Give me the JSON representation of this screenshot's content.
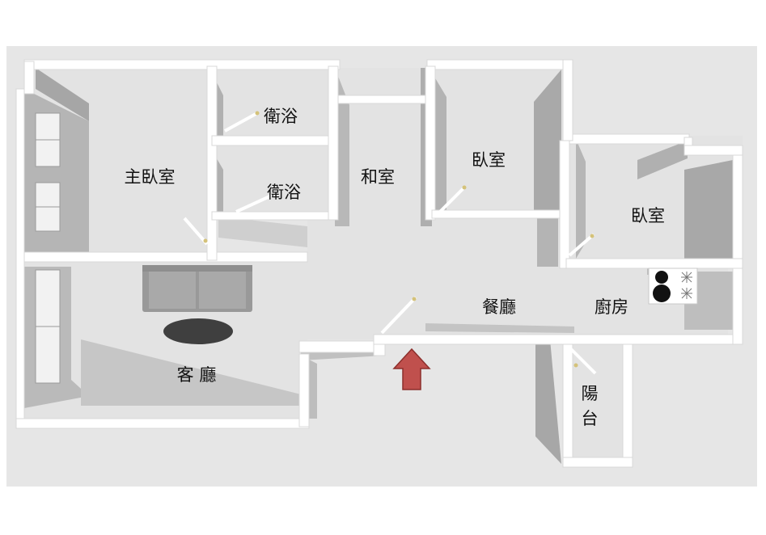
{
  "rooms": {
    "master_bedroom": "主臥室",
    "bathroom_top": "衛浴",
    "bathroom_bottom": "衛浴",
    "tatami_room": "和室",
    "bedroom_center": "臥室",
    "bedroom_right": "臥室",
    "dining_room": "餐廳",
    "kitchen": "廚房",
    "living_room": "客 廳",
    "balcony_line1": "陽",
    "balcony_line2": "台"
  },
  "colors": {
    "background": "#e6e6e6",
    "floor": "#e2e2e2",
    "wall_top": "#ffffff",
    "wall_side": "#b9b9b9",
    "wall_side_dark": "#a9a9a9",
    "entrance_arrow": "#c0504d",
    "door_hinge": "#d4c27a"
  },
  "icons": [
    "entrance-arrow-icon",
    "sofa-icon",
    "coffee-table-icon",
    "stove-icon",
    "window-icon",
    "door-icon"
  ]
}
